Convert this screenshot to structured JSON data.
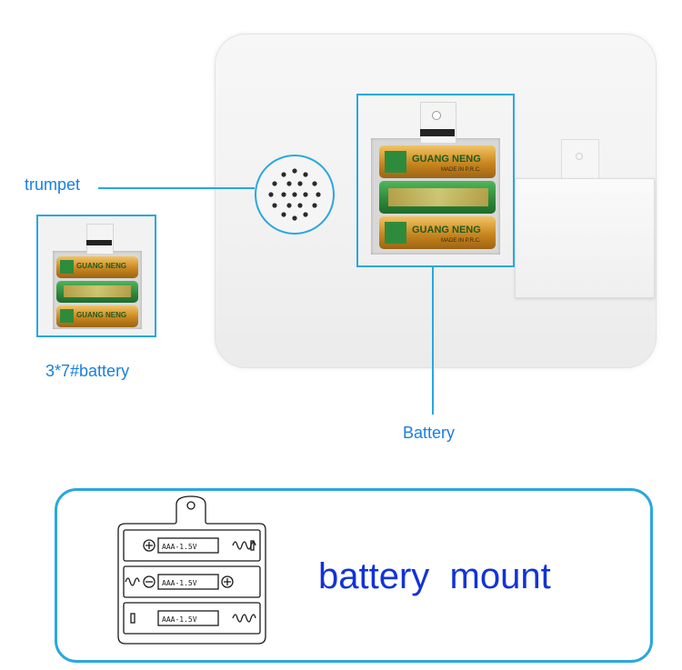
{
  "labels": {
    "trumpet": "trumpet",
    "thumbnail_caption": "3*7#battery",
    "battery": "Battery",
    "battery_mount": "battery  mount"
  },
  "battery_brand": "GUANG NENG",
  "battery_small_print": "MADE IN P.R.C.",
  "mount_cells": [
    {
      "label": "AAA-1.5V"
    },
    {
      "label": "AAA-1.5V"
    },
    {
      "label": "AAA-1.5V"
    }
  ],
  "colors": {
    "accent_line": "#2aa7e0",
    "label_text": "#1a7fe0",
    "mount_text": "#1233d8",
    "battery_gold": "#d79a2c",
    "battery_green": "#2f8b3c"
  }
}
